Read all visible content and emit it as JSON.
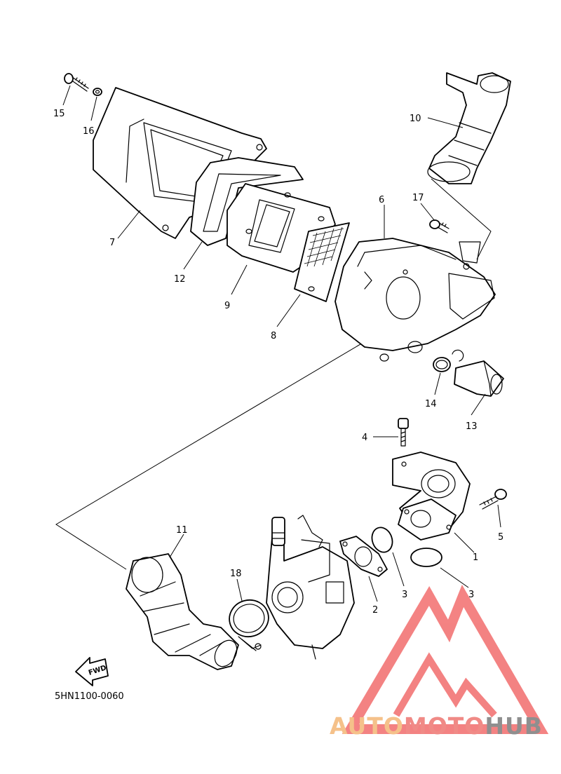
{
  "diagram": {
    "code": "5HN1100-0060",
    "fwd_label": "FWD",
    "callouts": [
      {
        "id": "1",
        "label": "1"
      },
      {
        "id": "2",
        "label": "2"
      },
      {
        "id": "3a",
        "label": "3"
      },
      {
        "id": "3b",
        "label": "3"
      },
      {
        "id": "4",
        "label": "4"
      },
      {
        "id": "5",
        "label": "5"
      },
      {
        "id": "6",
        "label": "6"
      },
      {
        "id": "7",
        "label": "7"
      },
      {
        "id": "8",
        "label": "8"
      },
      {
        "id": "9",
        "label": "9"
      },
      {
        "id": "10",
        "label": "10"
      },
      {
        "id": "11",
        "label": "11"
      },
      {
        "id": "12",
        "label": "12"
      },
      {
        "id": "13",
        "label": "13"
      },
      {
        "id": "14",
        "label": "14"
      },
      {
        "id": "15",
        "label": "15"
      },
      {
        "id": "16",
        "label": "16"
      },
      {
        "id": "17",
        "label": "17"
      },
      {
        "id": "18",
        "label": "18"
      }
    ]
  },
  "watermark": {
    "part1": "AUTO",
    "part2": "MOTO",
    "part3": "HUB",
    "colors": {
      "part1": "#f5c18a",
      "part2": "#f08a86",
      "part3": "#8f8f8f",
      "logo": "#f26d6d"
    }
  }
}
